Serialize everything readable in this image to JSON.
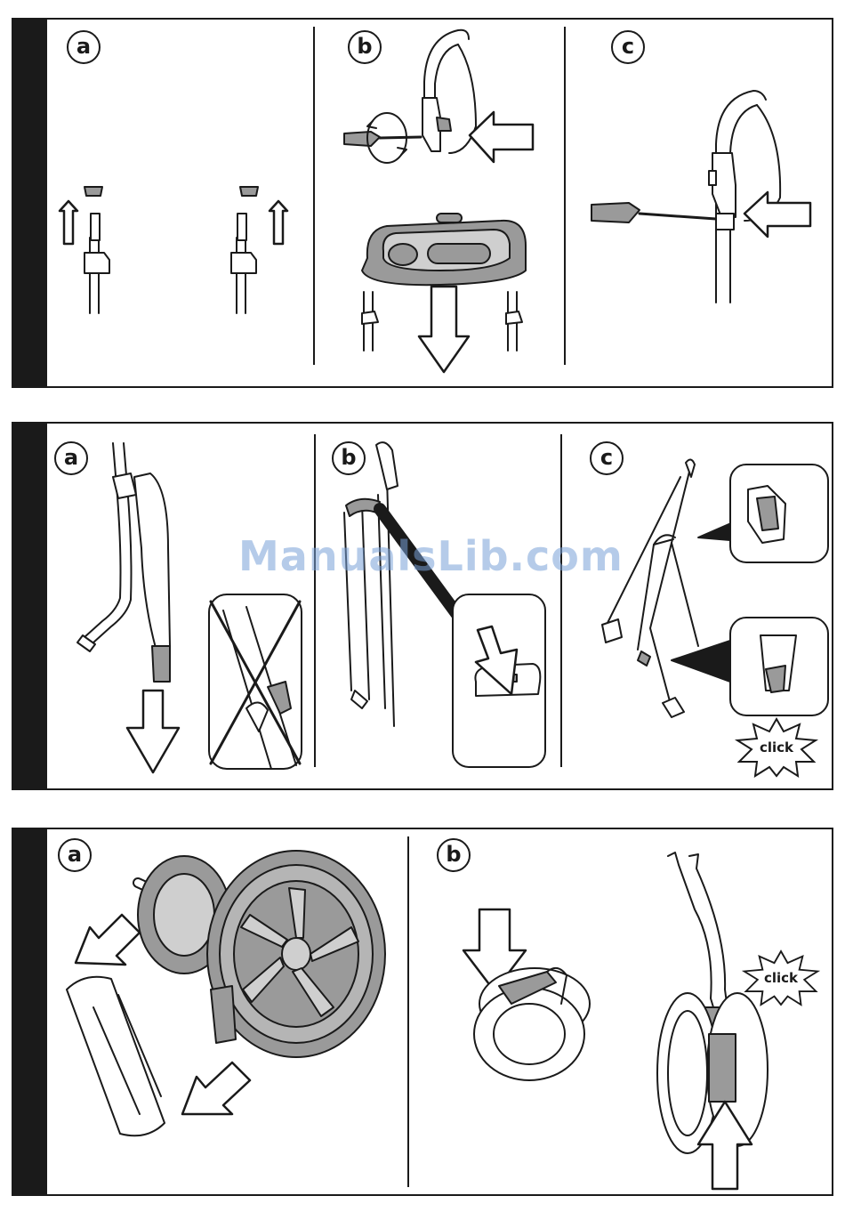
{
  "steps": {
    "panel1": [
      "a",
      "b",
      "c"
    ],
    "panel2": [
      "a",
      "b",
      "c"
    ],
    "panel3": [
      "a",
      "b"
    ]
  },
  "labels": {
    "click": "click"
  },
  "watermark": "ManualsLib.com",
  "colors": {
    "line": "#1a1a1a",
    "part_fill": "#9a9a9a",
    "light_fill": "#cfcfcf",
    "watermark": "#78a0d7"
  }
}
